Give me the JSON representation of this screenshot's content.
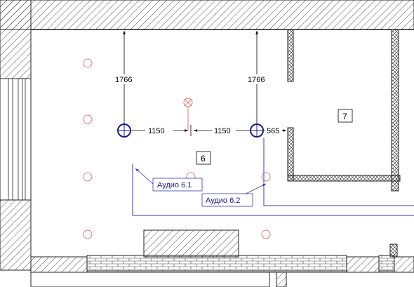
{
  "colors": {
    "wall_line": "#1a1a1a",
    "audio_blue": "#1a1a8c",
    "cable_blue": "#3a3ab5",
    "light_red": "#e05555",
    "background": "#ffffff"
  },
  "dimensions": {
    "left_vertical": "1766",
    "right_vertical": "1766",
    "horizontal_left": "1150",
    "horizontal_right": "1150",
    "right_offset": "565"
  },
  "rooms": {
    "room_6": "6",
    "room_7": "7"
  },
  "audio_points": {
    "audio_1": "Аудио 6.1",
    "audio_2": "Аудио 6.2"
  },
  "icons": {
    "speaker": "speaker-icon",
    "ceiling_light": "ceiling-light-icon",
    "center_mark": "center-mark-icon"
  }
}
